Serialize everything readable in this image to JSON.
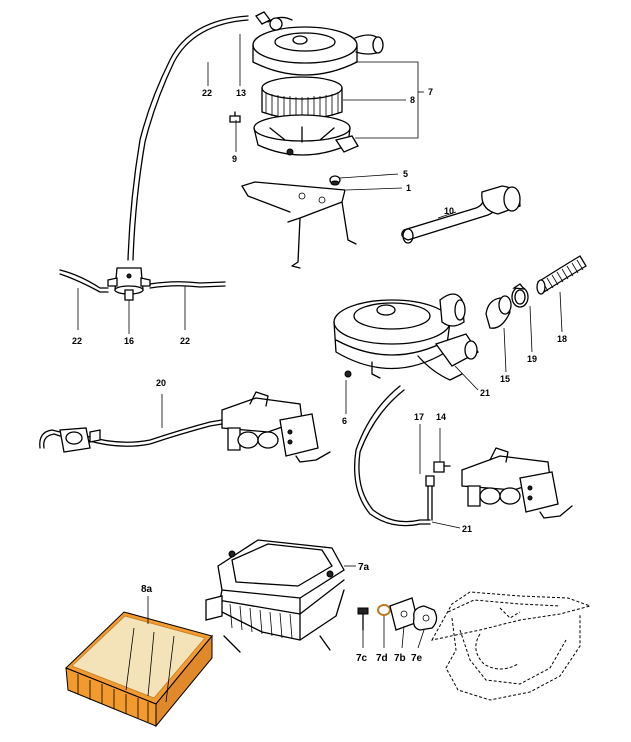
{
  "diagram": {
    "colors": {
      "line": "#000000",
      "filter_orange": "#f39a2e",
      "filter_paper": "#f4e2b8",
      "background": "#ffffff"
    },
    "labels": {
      "l1": "1",
      "l5": "5",
      "l6": "6",
      "l7": "7",
      "l7a": "7a",
      "l7b": "7b",
      "l7c": "7c",
      "l7d": "7d",
      "l7e": "7e",
      "l8": "8",
      "l8a": "8a",
      "l9": "9",
      "l10": "10",
      "l13": "13",
      "l14": "14",
      "l15": "15",
      "l16": "16",
      "l17": "17",
      "l18": "18",
      "l19": "19",
      "l20": "20",
      "l21a": "21",
      "l21b": "21",
      "l22a": "22",
      "l22b": "22",
      "l22c": "22"
    }
  }
}
